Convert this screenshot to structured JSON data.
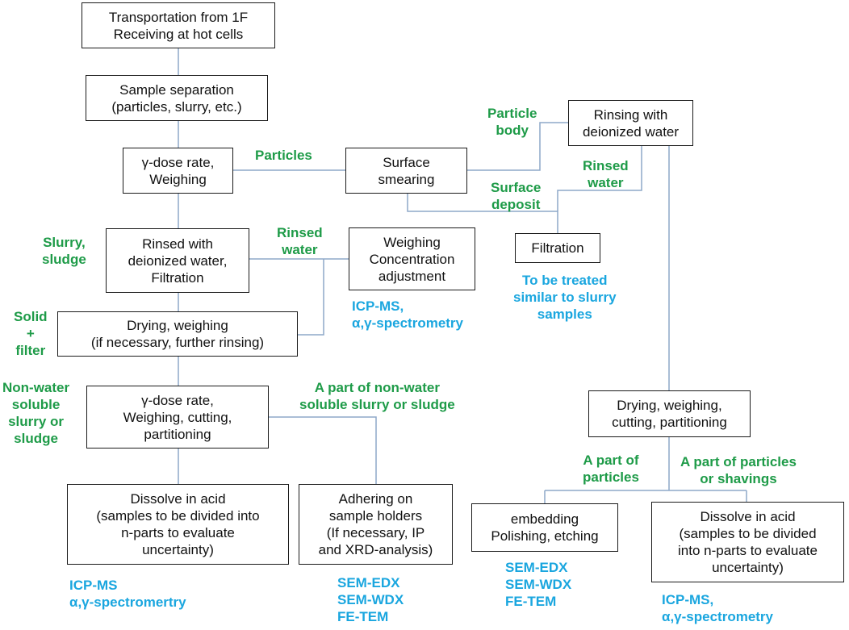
{
  "colors": {
    "edge": "#8ea8c8",
    "box_border": "#1a1a1a",
    "path_label": "#1e9b48",
    "method_label": "#1aa6df"
  },
  "boxes": {
    "transport": "Transportation from 1F\nReceiving at hot cells",
    "separation": "Sample separation\n(particles, slurry, etc.)",
    "dose_weigh": "γ-dose rate,\nWeighing",
    "surface_smearing": "Surface\nsmearing",
    "rinsing_deionized": "Rinsing with\ndeionized water",
    "filtration": "Filtration",
    "rinsed_filtration": "Rinsed with\ndeionized water,\nFiltration",
    "weighing_conc": "Weighing\nConcentration\nadjustment",
    "drying_weighing": "Drying, weighing\n(if necessary, further rinsing)",
    "dose_cutting": "γ-dose rate,\nWeighing, cutting,\npartitioning",
    "drying_cutting": "Drying, weighing,\ncutting, partitioning",
    "dissolve_left": "Dissolve in acid\n(samples to be divided into\nn-parts to evaluate\nuncertainty)",
    "adhering": "Adhering on\nsample holders\n(If necessary, IP\nand XRD-analysis)",
    "embedding": "embedding\nPolishing, etching",
    "dissolve_right": "Dissolve in acid\n(samples to be divided\ninto n-parts to evaluate\nuncertainty)"
  },
  "path_labels": {
    "particles": "Particles",
    "particle_body": "Particle\nbody",
    "rinsed_water_top": "Rinsed\nwater",
    "surface_deposit": "Surface\ndeposit",
    "slurry_sludge": "Slurry,\nsludge",
    "rinsed_water_mid": "Rinsed\nwater",
    "solid_filter": "Solid\n+\nfilter",
    "non_water_soluble": "Non-water\nsoluble\nslurry or\nsludge",
    "part_non_water": "A part of non-water\nsoluble slurry or sludge",
    "part_of_particles": "A part of\nparticles",
    "part_particles_shavings": "A part of particles\nor shavings"
  },
  "method_labels": {
    "treated_similar": "To be treated\nsimilar to slurry\nsamples",
    "icp_mid": "ICP-MS,\nα,γ-spectrometry",
    "icp_bottom_left": "ICP-MS\nα,γ-spectromertry",
    "sem_middle": "SEM-EDX\nSEM-WDX\nFE-TEM",
    "sem_right": "SEM-EDX\nSEM-WDX\nFE-TEM",
    "icp_bottom_right": "ICP-MS,\nα,γ-spectrometry"
  }
}
